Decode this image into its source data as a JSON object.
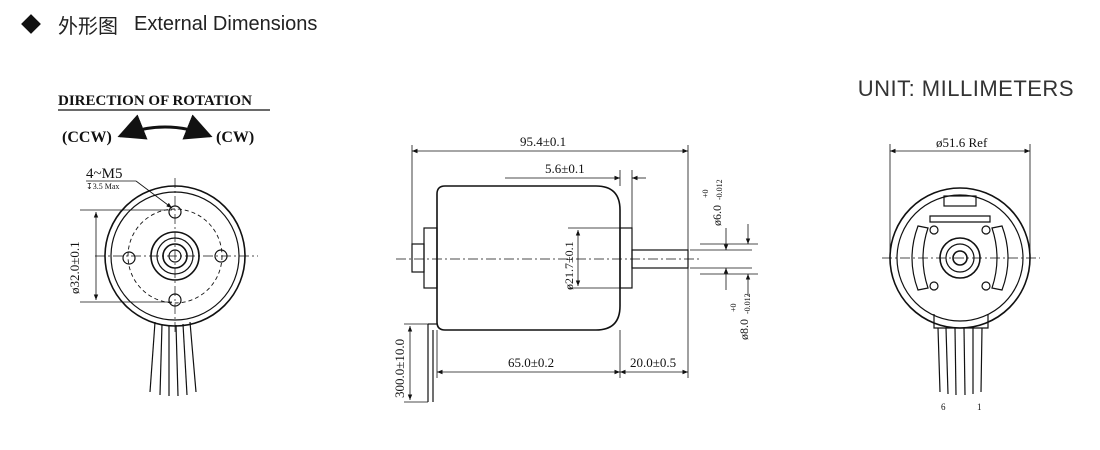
{
  "header": {
    "title_cn": "外形图",
    "title_en": "External Dimensions"
  },
  "unit": "UNIT: MILLIMETERS",
  "rotation": {
    "heading": "DIRECTION OF ROTATION",
    "ccw": "(CCW)",
    "cw": "(CW)"
  },
  "front_view": {
    "thread": "4~M5",
    "thread_depth": "↧3.5 Max",
    "diameter": "ø32.0±0.1"
  },
  "side_view": {
    "overall_length": "95.4±0.1",
    "shoulder": "5.6±0.1",
    "pilot_diameter": "ø21.7±0.1",
    "body_length": "65.0±0.2",
    "shaft_length": "20.0±0.5",
    "lead_length": "300.0±10.0",
    "shaft_diameter": "ø6.0",
    "shaft_diameter_tol_upper": "+0",
    "shaft_diameter_tol_lower": "-0.012",
    "boss_diameter": "ø8.0",
    "boss_diameter_tol_upper": "+0",
    "boss_diameter_tol_lower": "-0.012"
  },
  "rear_view": {
    "diameter": "ø51.6 Ref",
    "pin_left": "6",
    "pin_right": "1"
  },
  "colors": {
    "line": "#111111",
    "text": "#222222",
    "background": "#ffffff"
  }
}
